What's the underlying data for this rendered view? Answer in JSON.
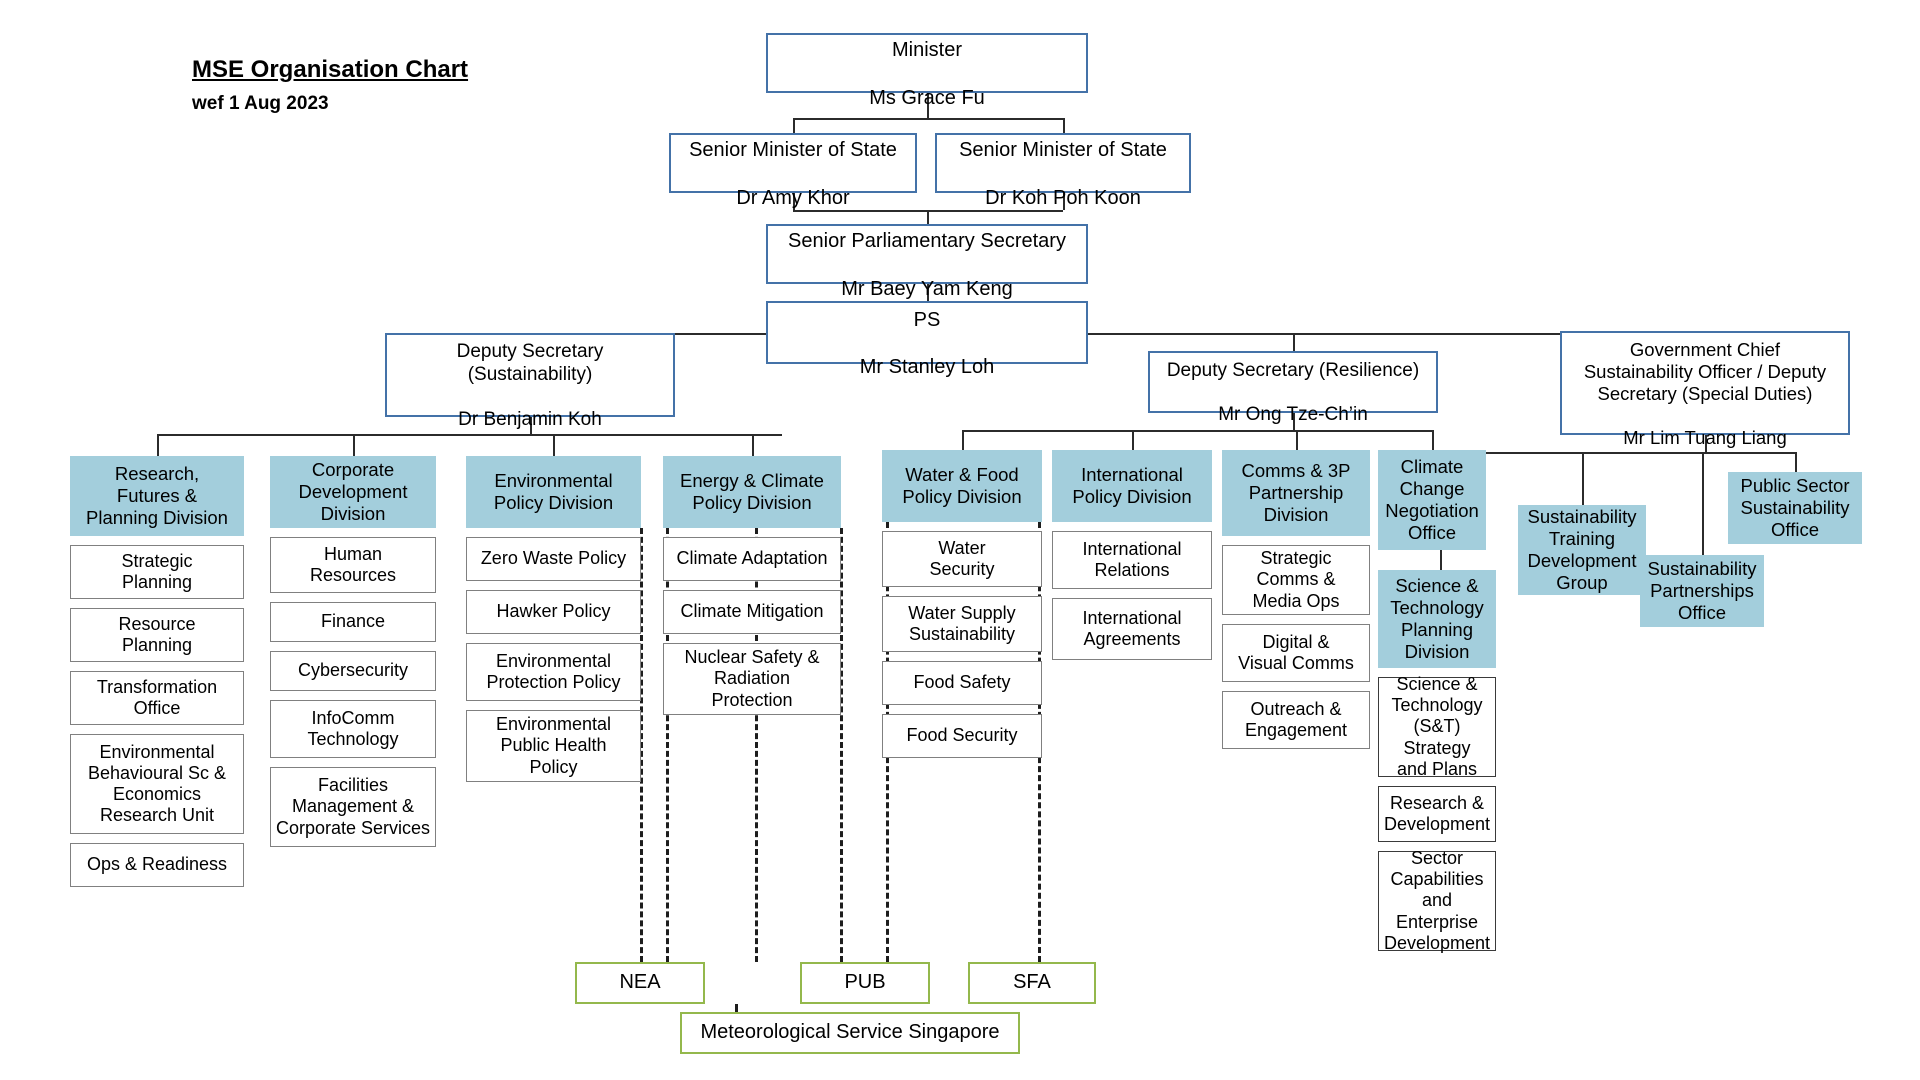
{
  "header": {
    "title": "MSE Organisation Chart",
    "subtitle": "wef 1 Aug 2023"
  },
  "colors": {
    "exec_border": "#4472a8",
    "division_fill": "#A3CEDC",
    "branch_border": "#808080",
    "agency_border": "#94b84c",
    "connector": "#2b2b2b",
    "text": "#000000"
  },
  "executive": {
    "minister": {
      "role": "Minister",
      "name": "Ms Grace Fu"
    },
    "sms_left": {
      "role": "Senior Minister of State",
      "name": "Dr Amy Khor"
    },
    "sms_right": {
      "role": "Senior Minister of State",
      "name": "Dr Koh Poh Koon"
    },
    "sps": {
      "role": "Senior Parliamentary Secretary",
      "name": "Mr Baey Yam Keng"
    },
    "ps": {
      "role": "PS",
      "name": "Mr Stanley Loh"
    },
    "ds_sustainability": {
      "role": "Deputy Secretary\n(Sustainability)",
      "name": "Dr Benjamin Koh"
    },
    "ds_resilience": {
      "role": "Deputy Secretary (Resilience)",
      "name": "Mr Ong Tze-Ch’in"
    },
    "gcso": {
      "role": "Government Chief\nSustainability Officer / Deputy\nSecretary (Special Duties)",
      "name": "Mr Lim Tuang Liang"
    }
  },
  "divisions": [
    {
      "id": "research-futures-planning",
      "label": "Research,\nFutures &\nPlanning Division",
      "branches": [
        "Strategic\nPlanning",
        "Resource\nPlanning",
        "Transformation\nOffice",
        "Environmental\nBehavioural Sc &\nEconomics\nResearch Unit",
        "Ops & Readiness"
      ]
    },
    {
      "id": "corporate-development",
      "label": "Corporate\nDevelopment\nDivision",
      "branches": [
        "Human\nResources",
        "Finance",
        "Cybersecurity",
        "InfoComm\nTechnology",
        "Facilities\nManagement &\nCorporate Services"
      ]
    },
    {
      "id": "environmental-policy",
      "label": "Environmental\nPolicy Division",
      "branches": [
        "Zero Waste Policy",
        "Hawker Policy",
        "Environmental\nProtection Policy",
        "Environmental\nPublic Health\nPolicy"
      ]
    },
    {
      "id": "energy-climate-policy",
      "label": "Energy & Climate\nPolicy Division",
      "branches": [
        "Climate Adaptation",
        "Climate Mitigation",
        "Nuclear Safety &\nRadiation\nProtection"
      ]
    },
    {
      "id": "water-food-policy",
      "label": "Water & Food\nPolicy Division",
      "branches": [
        "Water\nSecurity",
        "Water Supply\nSustainability",
        "Food Safety",
        "Food Security"
      ]
    },
    {
      "id": "international-policy",
      "label": "International\nPolicy Division",
      "branches": [
        "International\nRelations",
        "International\nAgreements"
      ]
    },
    {
      "id": "comms-3p-partnership",
      "label": "Comms & 3P\nPartnership\nDivision",
      "branches": [
        "Strategic\nComms &\nMedia Ops",
        "Digital &\nVisual Comms",
        "Outreach &\nEngagement"
      ]
    },
    {
      "id": "climate-change-negotiation",
      "label": "Climate\nChange\nNegotiation\nOffice",
      "branches": []
    },
    {
      "id": "science-technology-planning",
      "label": "Science &\nTechnology\nPlanning\nDivision",
      "branches": [
        "Science &\nTechnology\n(S&T) Strategy\nand Plans",
        "Research &\nDevelopment",
        "Sector\nCapabilities\nand Enterprise\nDevelopment"
      ]
    },
    {
      "id": "sustainability-training-development",
      "label": "Sustainability\nTraining\nDevelopment\nGroup",
      "branches": []
    },
    {
      "id": "sustainability-partnerships",
      "label": "Sustainability\nPartnerships\nOffice",
      "branches": []
    },
    {
      "id": "public-sector-sustainability",
      "label": "Public Sector\nSustainability\nOffice",
      "branches": []
    }
  ],
  "agencies": [
    {
      "id": "nea",
      "label": "NEA"
    },
    {
      "id": "pub",
      "label": "PUB"
    },
    {
      "id": "sfa",
      "label": "SFA"
    },
    {
      "id": "mss",
      "label": "Meteorological Service Singapore"
    }
  ],
  "chart_data": {
    "type": "diagram",
    "title": "MSE Organisation Chart",
    "subtitle": "wef 1 Aug 2023",
    "nodes": [
      {
        "id": "minister",
        "label": "Minister / Ms Grace Fu",
        "level": 0,
        "style": "exec"
      },
      {
        "id": "sms-khor",
        "label": "Senior Minister of State / Dr Amy Khor",
        "level": 1,
        "style": "exec"
      },
      {
        "id": "sms-koh",
        "label": "Senior Minister of State / Dr Koh Poh Koon",
        "level": 1,
        "style": "exec"
      },
      {
        "id": "sps",
        "label": "Senior Parliamentary Secretary / Mr Baey Yam Keng",
        "level": 2,
        "style": "exec"
      },
      {
        "id": "ps",
        "label": "PS / Mr Stanley Loh",
        "level": 3,
        "style": "exec"
      },
      {
        "id": "ds-sus",
        "label": "Deputy Secretary (Sustainability) / Dr Benjamin Koh",
        "level": 4,
        "style": "exec"
      },
      {
        "id": "ds-res",
        "label": "Deputy Secretary (Resilience) / Mr Ong Tze-Ch’in",
        "level": 4,
        "style": "exec"
      },
      {
        "id": "gcso",
        "label": "Government Chief Sustainability Officer / Deputy Secretary (Special Duties) / Mr Lim Tuang Liang",
        "level": 4,
        "style": "exec"
      }
    ],
    "edges": [
      {
        "from": "minister",
        "to": "sms-khor"
      },
      {
        "from": "minister",
        "to": "sms-koh"
      },
      {
        "from": "sms-khor",
        "to": "sps"
      },
      {
        "from": "sms-koh",
        "to": "sps"
      },
      {
        "from": "sps",
        "to": "ps"
      },
      {
        "from": "ps",
        "to": "ds-sus"
      },
      {
        "from": "ps",
        "to": "ds-res"
      },
      {
        "from": "ps",
        "to": "gcso"
      },
      {
        "from": "ds-sus",
        "to": "research-futures-planning"
      },
      {
        "from": "ds-sus",
        "to": "corporate-development"
      },
      {
        "from": "ds-sus",
        "to": "environmental-policy"
      },
      {
        "from": "ds-sus",
        "to": "energy-climate-policy"
      },
      {
        "from": "ds-res",
        "to": "water-food-policy"
      },
      {
        "from": "ds-res",
        "to": "international-policy"
      },
      {
        "from": "ds-res",
        "to": "comms-3p-partnership"
      },
      {
        "from": "ds-res",
        "to": "climate-change-negotiation"
      },
      {
        "from": "gcso",
        "to": "science-technology-planning"
      },
      {
        "from": "gcso",
        "to": "sustainability-training-development"
      },
      {
        "from": "gcso",
        "to": "sustainability-partnerships"
      },
      {
        "from": "gcso",
        "to": "public-sector-sustainability"
      }
    ],
    "dashed_links": [
      {
        "from": "environmental-policy",
        "to": "nea"
      },
      {
        "from": "energy-climate-policy",
        "to": "nea"
      },
      {
        "from": "energy-climate-policy",
        "to": "pub"
      },
      {
        "from": "energy-climate-policy",
        "to": "mss"
      },
      {
        "from": "water-food-policy",
        "to": "pub"
      },
      {
        "from": "water-food-policy",
        "to": "sfa"
      }
    ]
  }
}
